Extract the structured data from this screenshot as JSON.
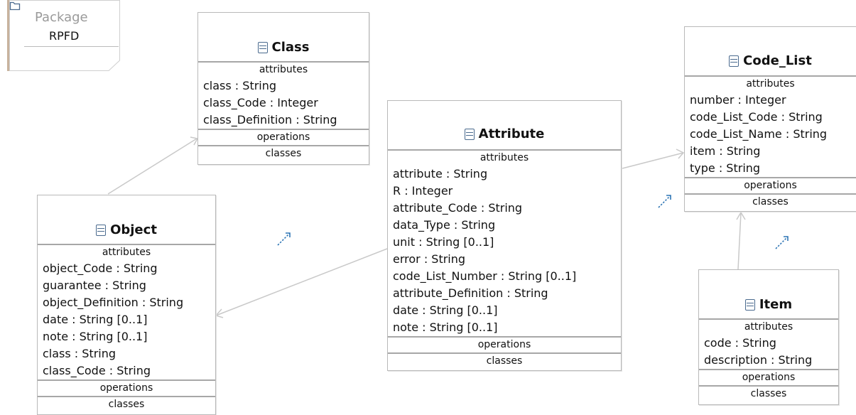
{
  "package": {
    "kind": "Package",
    "name": "RPFD"
  },
  "section_labels": {
    "attributes": "attributes",
    "operations": "operations",
    "classes": "classes"
  },
  "classes": {
    "class": {
      "name": "Class",
      "attributes": [
        "class : String",
        "class_Code : Integer",
        "class_Definition : String"
      ]
    },
    "object": {
      "name": "Object",
      "attributes": [
        "object_Code : String",
        "guarantee : String",
        "object_Definition : String",
        "date : String [0..1]",
        "note : String [0..1]",
        "class : String",
        "class_Code : String"
      ]
    },
    "attribute": {
      "name": "Attribute",
      "attributes": [
        "attribute : String",
        "R : Integer",
        "attribute_Code : String",
        "data_Type : String",
        "unit : String [0..1]",
        "error : String",
        "code_List_Number : String [0..1]",
        "attribute_Definition : String",
        "date : String [0..1]",
        "note : String [0..1]"
      ]
    },
    "code_list": {
      "name": "Code_List",
      "attributes": [
        "number : Integer",
        "code_List_Code : String",
        "code_List_Name : String",
        "item : String",
        "type : String"
      ]
    },
    "item": {
      "name": "Item",
      "attributes": [
        "code : String",
        "description : String"
      ]
    }
  },
  "colors": {
    "box_border": "#b9b9b9",
    "connector": "#c9c9c9",
    "icon": "#4a6a8e",
    "accent_arrow": "#2f76b5"
  }
}
